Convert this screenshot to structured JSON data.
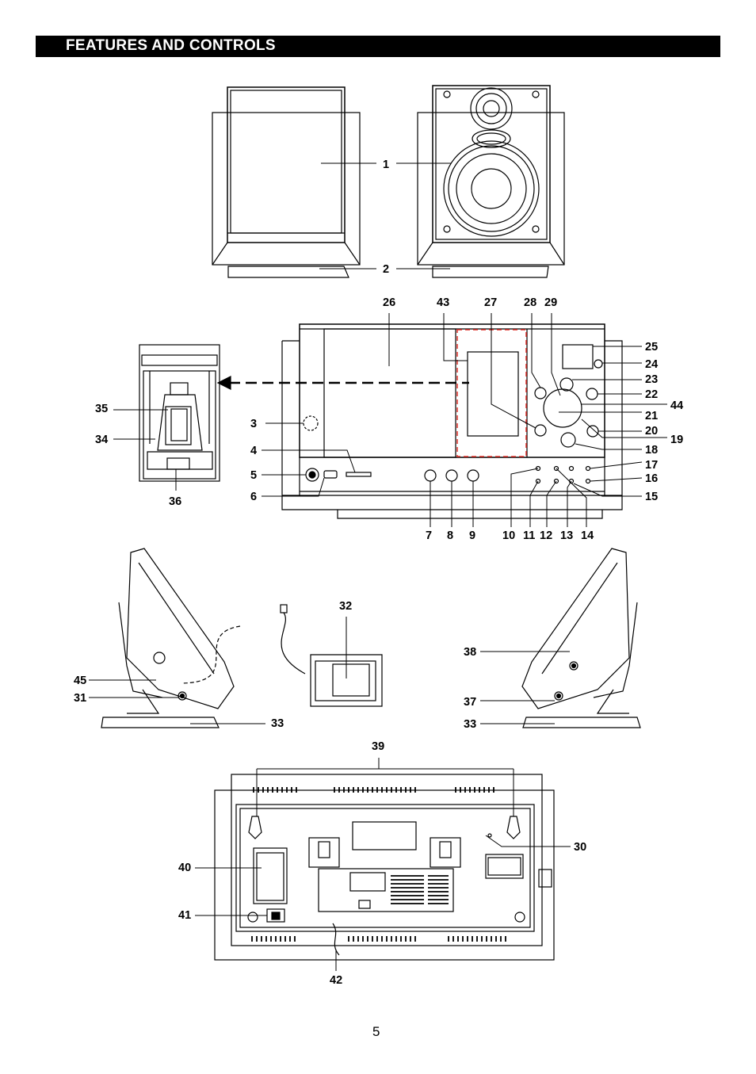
{
  "header": {
    "title": "FEATURES AND CONTROLS"
  },
  "page": {
    "number": "5"
  },
  "callouts": {
    "c1": "1",
    "c2": "2",
    "c3": "3",
    "c4": "4",
    "c5": "5",
    "c6": "6",
    "c7": "7",
    "c8": "8",
    "c9": "9",
    "c10": "10",
    "c11": "11",
    "c12": "12",
    "c13": "13",
    "c14": "14",
    "c15": "15",
    "c16": "16",
    "c17": "17",
    "c18": "18",
    "c19": "19",
    "c20": "20",
    "c21": "21",
    "c22": "22",
    "c23": "23",
    "c24": "24",
    "c25": "25",
    "c26": "26",
    "c27": "27",
    "c28": "28",
    "c29": "29",
    "c30": "30",
    "c31": "31",
    "c32": "32",
    "c33": "33",
    "c34": "34",
    "c35": "35",
    "c36": "36",
    "c37": "37",
    "c38": "38",
    "c39": "39",
    "c40": "40",
    "c41": "41",
    "c42": "42",
    "c43": "43",
    "c44": "44",
    "c45": "45"
  },
  "colors": {
    "highlight": "#e0302a",
    "ink": "#000000",
    "header_bg": "#000000",
    "header_text": "#ffffff"
  }
}
